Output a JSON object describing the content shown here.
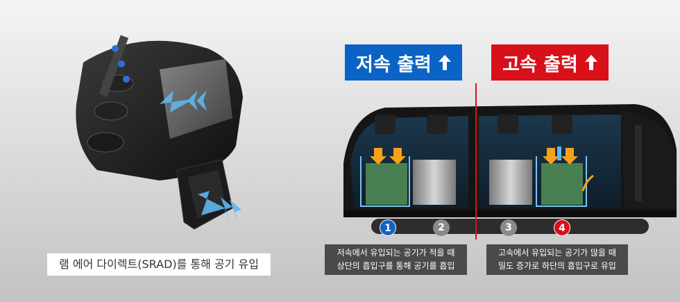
{
  "left": {
    "caption": "램 에어 다이렉트(SRAD)를 통해 공기 유입"
  },
  "low": {
    "title": "저속 출력",
    "caption_line1": "저속에서 유입되는 공기가 적을 때",
    "caption_line2": "상단의 흡입구를 통해 공기를 흡입"
  },
  "high": {
    "title": "고속 출력",
    "caption_line1": "고속에서 유입되는 공기가 많을 때",
    "caption_line2": "밀도 증가로 하단의 흡입구로 유입"
  },
  "markers": [
    "1",
    "2",
    "3",
    "4"
  ],
  "colors": {
    "low": "#0b63c5",
    "high": "#d8101a",
    "arrow_blue": "#5fb6f0",
    "arrow_orange": "#f5a21a"
  }
}
